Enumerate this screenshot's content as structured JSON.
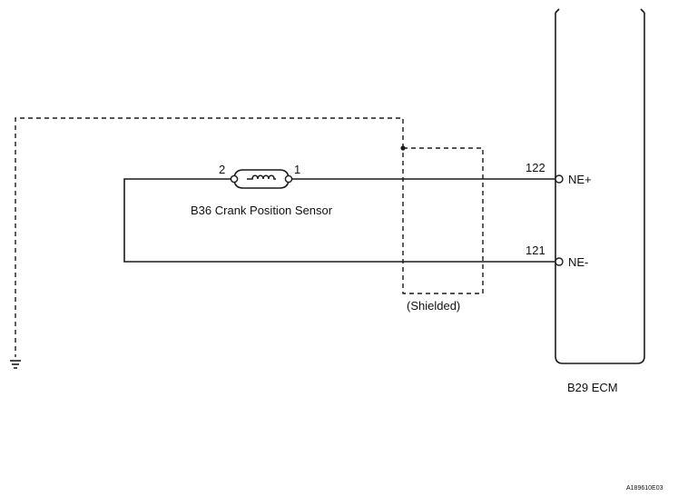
{
  "sensor": {
    "label": "B36 Crank Position Sensor",
    "pin_left": "2",
    "pin_right": "1"
  },
  "ecm": {
    "label": "B29 ECM",
    "terminals": [
      {
        "number": "122",
        "name": "NE+"
      },
      {
        "number": "121",
        "name": "NE-"
      }
    ]
  },
  "shield": {
    "label": "(Shielded)"
  },
  "figure_code": "A189610E03"
}
